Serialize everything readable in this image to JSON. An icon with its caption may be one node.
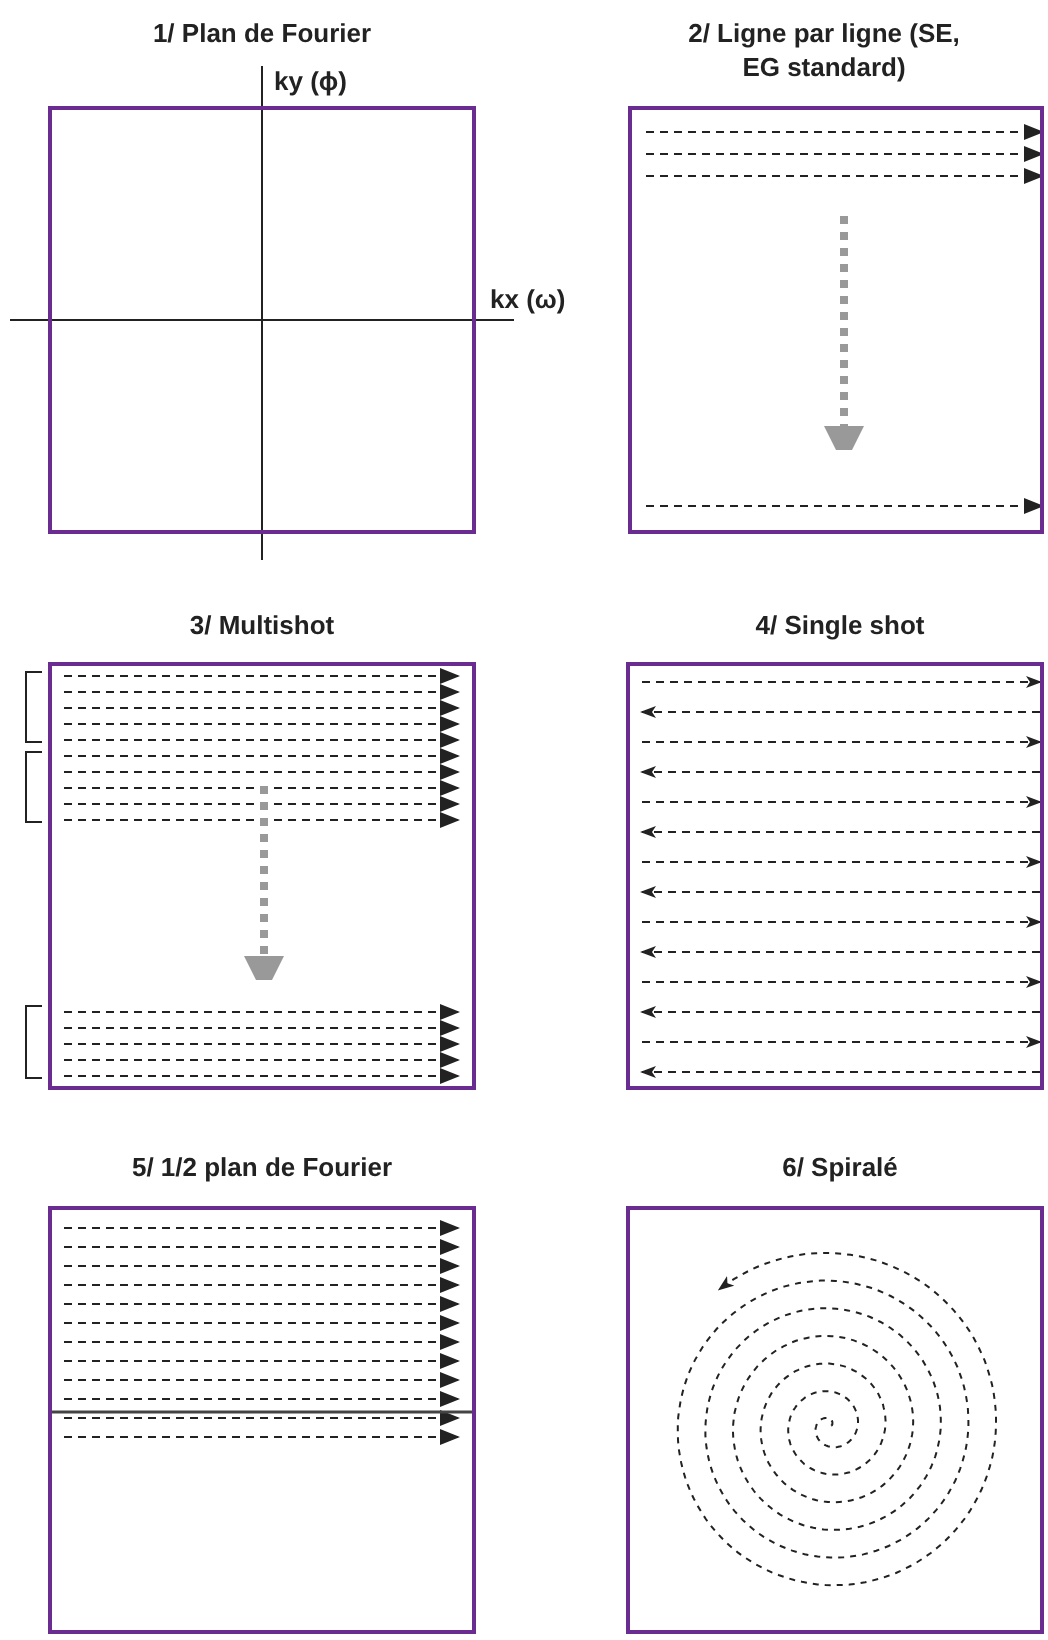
{
  "diagram": {
    "nodes": [
      {
        "text": [
          "1/ Plan de Fourier"
        ]
      },
      {
        "text": [
          "2/ Ligne par ligne (SE, EG standard)"
        ]
      },
      {
        "text": [
          "3/ Multishot"
        ]
      },
      {
        "text": [
          "4/ Single shot"
        ]
      },
      {
        "text": [
          "5/ 1/2 plan de Fourier"
        ]
      },
      {
        "text": [
          "6/ Spiralé"
        ]
      }
    ],
    "labels": [
      "ky (ϕ)",
      "kx (ω)"
    ]
  }
}
